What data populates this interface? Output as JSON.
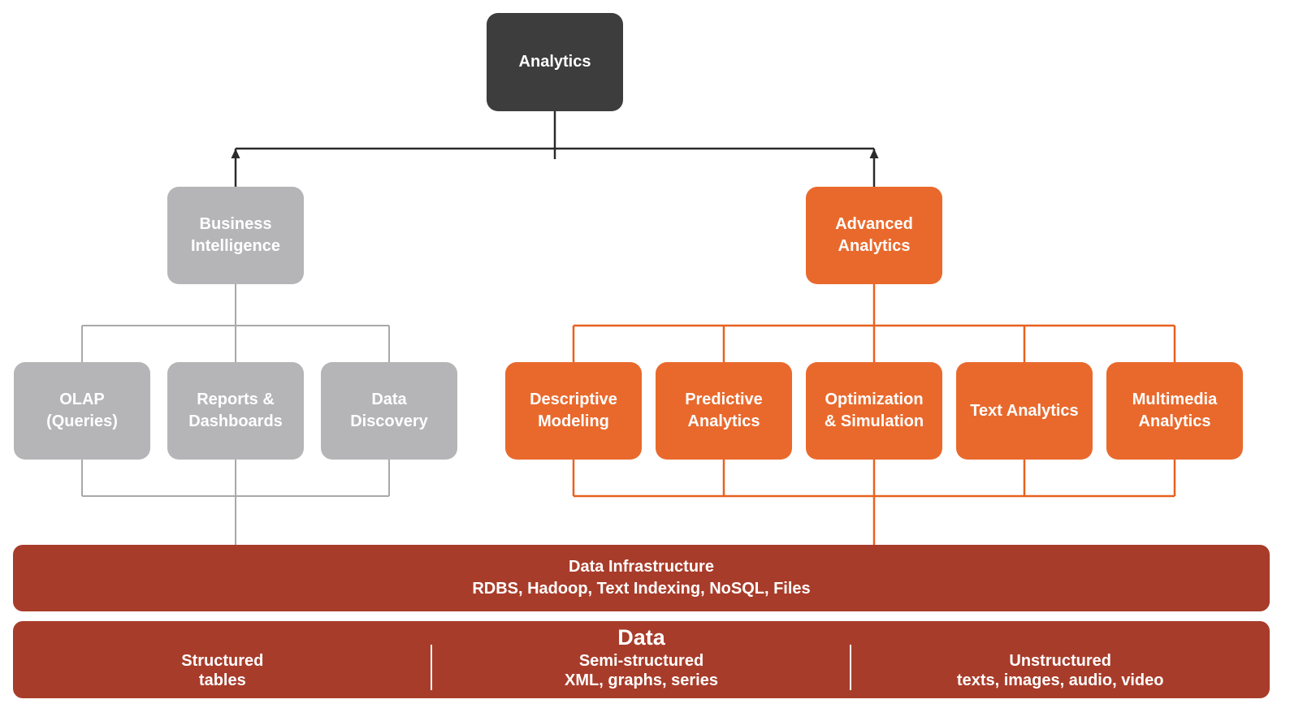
{
  "diagram": {
    "root": {
      "lines": [
        "Analytics"
      ]
    },
    "bi": {
      "lines": [
        "Business",
        "Intelligence"
      ],
      "children": [
        {
          "lines": [
            "OLAP",
            "(Queries)"
          ]
        },
        {
          "lines": [
            "Reports &",
            "Dashboards"
          ]
        },
        {
          "lines": [
            "Data",
            "Discovery"
          ]
        }
      ]
    },
    "aa": {
      "lines": [
        "Advanced",
        "Analytics"
      ],
      "children": [
        {
          "lines": [
            "Descriptive",
            "Modeling"
          ]
        },
        {
          "lines": [
            "Predictive",
            "Analytics"
          ]
        },
        {
          "lines": [
            "Optimization",
            "& Simulation"
          ]
        },
        {
          "lines": [
            "Text Analytics"
          ]
        },
        {
          "lines": [
            "Multimedia",
            "Analytics"
          ]
        }
      ]
    },
    "infrastructure": {
      "title": "Data Infrastructure",
      "systems": "RDBS, Hadoop, Text Indexing, NoSQL, Files"
    },
    "data_layer": {
      "title": "Data",
      "columns": [
        {
          "name": "Structured",
          "detail": "tables"
        },
        {
          "name": "Semi-structured",
          "detail": "XML, graphs, series"
        },
        {
          "name": "Unstructured",
          "detail": "texts, images, audio, video"
        }
      ]
    },
    "colors": {
      "root_box": "#3d3d3d",
      "gray_box": "#b5b4b6",
      "orange_box": "#e9692c",
      "red_bar": "#a83c2a",
      "connector_black": "#2b2b2b",
      "connector_gray": "#a9a9a9",
      "connector_orange": "#e8611f"
    }
  }
}
